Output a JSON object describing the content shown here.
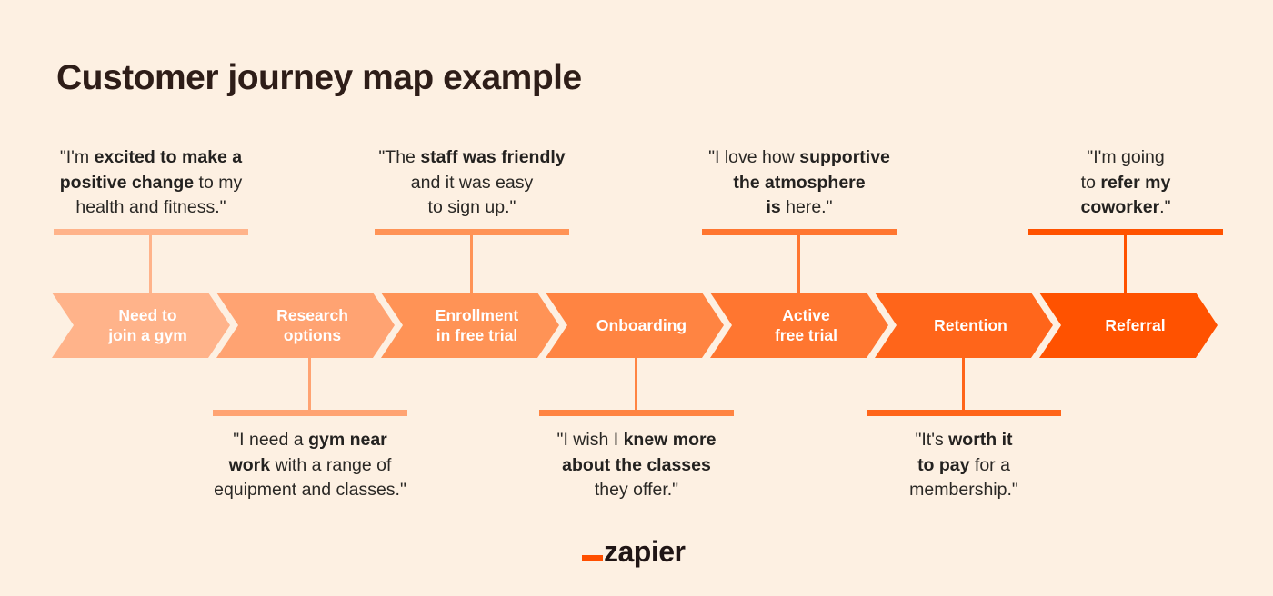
{
  "title": "Customer journey map example",
  "colors": {
    "background": "#FDF0E2",
    "title_text": "#2E1D18",
    "quote_text": "#2A2825",
    "logo_text": "#201515",
    "logo_accent": "#FF4F00"
  },
  "stages": [
    {
      "label": "Need to\njoin a gym",
      "color": "#FFB38A"
    },
    {
      "label": "Research\noptions",
      "color": "#FFA372"
    },
    {
      "label": "Enrollment\nin free trial",
      "color": "#FF9356"
    },
    {
      "label": "Onboarding",
      "color": "#FF8442"
    },
    {
      "label": "Active\nfree trial",
      "color": "#FF7630"
    },
    {
      "label": "Retention",
      "color": "#FF651A"
    },
    {
      "label": "Referral",
      "color": "#FF5200"
    }
  ],
  "quotes_top": [
    {
      "stage": "Need to join a gym",
      "color": "#FFB38A",
      "segments": [
        {
          "t": "\"I'm ",
          "b": false
        },
        {
          "t": "excited to make a\npositive change",
          "b": true
        },
        {
          "t": " to my\nhealth and fitness.\"",
          "b": false
        }
      ]
    },
    {
      "stage": "Enrollment in free trial",
      "color": "#FF9356",
      "segments": [
        {
          "t": "\"The ",
          "b": false
        },
        {
          "t": "staff was friendly",
          "b": true
        },
        {
          "t": "\nand it was easy\nto sign up.\"",
          "b": false
        }
      ]
    },
    {
      "stage": "Active free trial",
      "color": "#FF7630",
      "segments": [
        {
          "t": "\"I love how ",
          "b": false
        },
        {
          "t": "supportive\nthe atmosphere\nis",
          "b": true
        },
        {
          "t": " here.\"",
          "b": false
        }
      ]
    },
    {
      "stage": "Referral",
      "color": "#FF5200",
      "segments": [
        {
          "t": "\"I'm going\nto ",
          "b": false
        },
        {
          "t": "refer my\ncoworker",
          "b": true
        },
        {
          "t": ".\"",
          "b": false
        }
      ]
    }
  ],
  "quotes_bottom": [
    {
      "stage": "Research options",
      "color": "#FFA372",
      "segments": [
        {
          "t": "\"I need a ",
          "b": false
        },
        {
          "t": "gym near\nwork",
          "b": true
        },
        {
          "t": " with a range of\nequipment and classes.\"",
          "b": false
        }
      ]
    },
    {
      "stage": "Onboarding",
      "color": "#FF8442",
      "segments": [
        {
          "t": "\"I wish I ",
          "b": false
        },
        {
          "t": "knew more\nabout the classes",
          "b": true
        },
        {
          "t": "\nthey offer.\"",
          "b": false
        }
      ]
    },
    {
      "stage": "Retention",
      "color": "#FF651A",
      "segments": [
        {
          "t": "\"It's ",
          "b": false
        },
        {
          "t": "worth it\nto pay",
          "b": true
        },
        {
          "t": " for a\nmembership.\"",
          "b": false
        }
      ]
    }
  ],
  "logo": {
    "text": "zapier"
  }
}
